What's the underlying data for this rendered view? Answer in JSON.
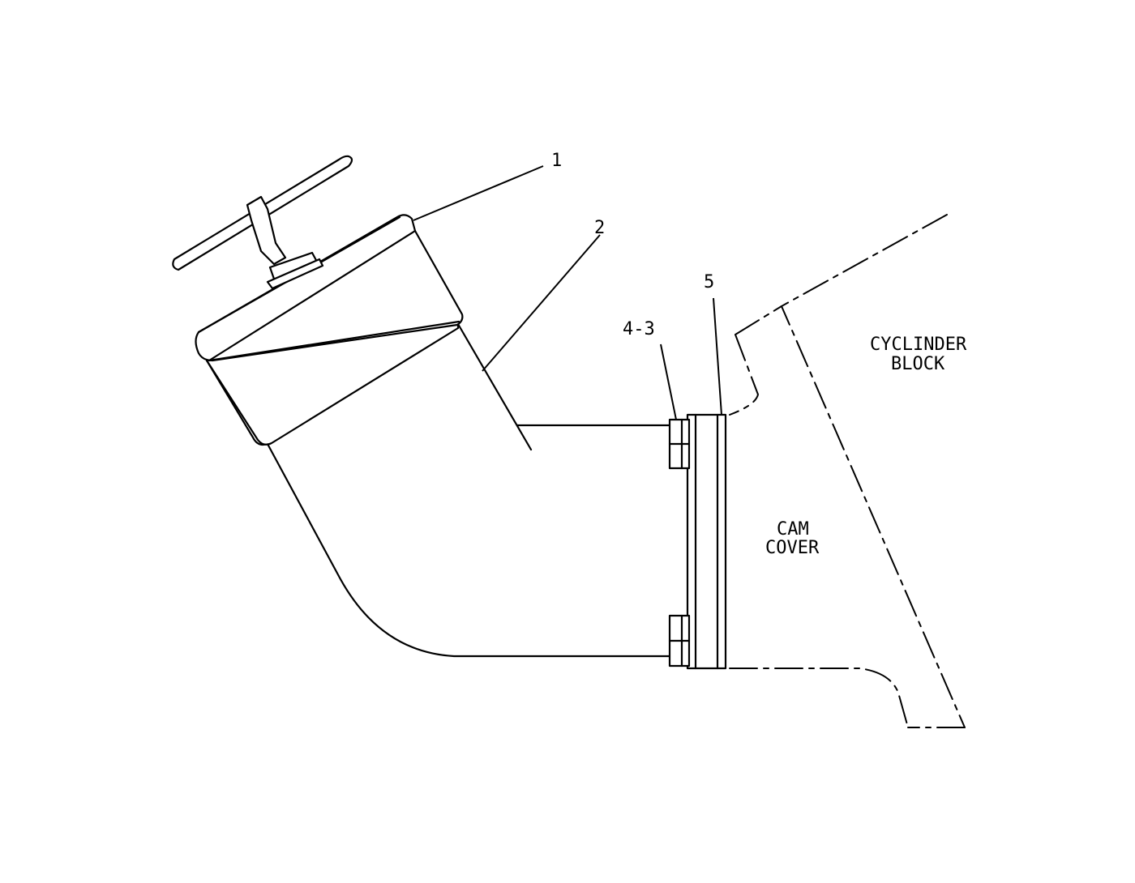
{
  "callouts": {
    "item1": "1",
    "item2": "2",
    "item4_3": "4-3",
    "item5": "5"
  },
  "labels": {
    "cylinder_block_line1": "CYCLINDER",
    "cylinder_block_line2": "BLOCK",
    "cam_cover_line1": "CAM",
    "cam_cover_line2": "COVER"
  }
}
